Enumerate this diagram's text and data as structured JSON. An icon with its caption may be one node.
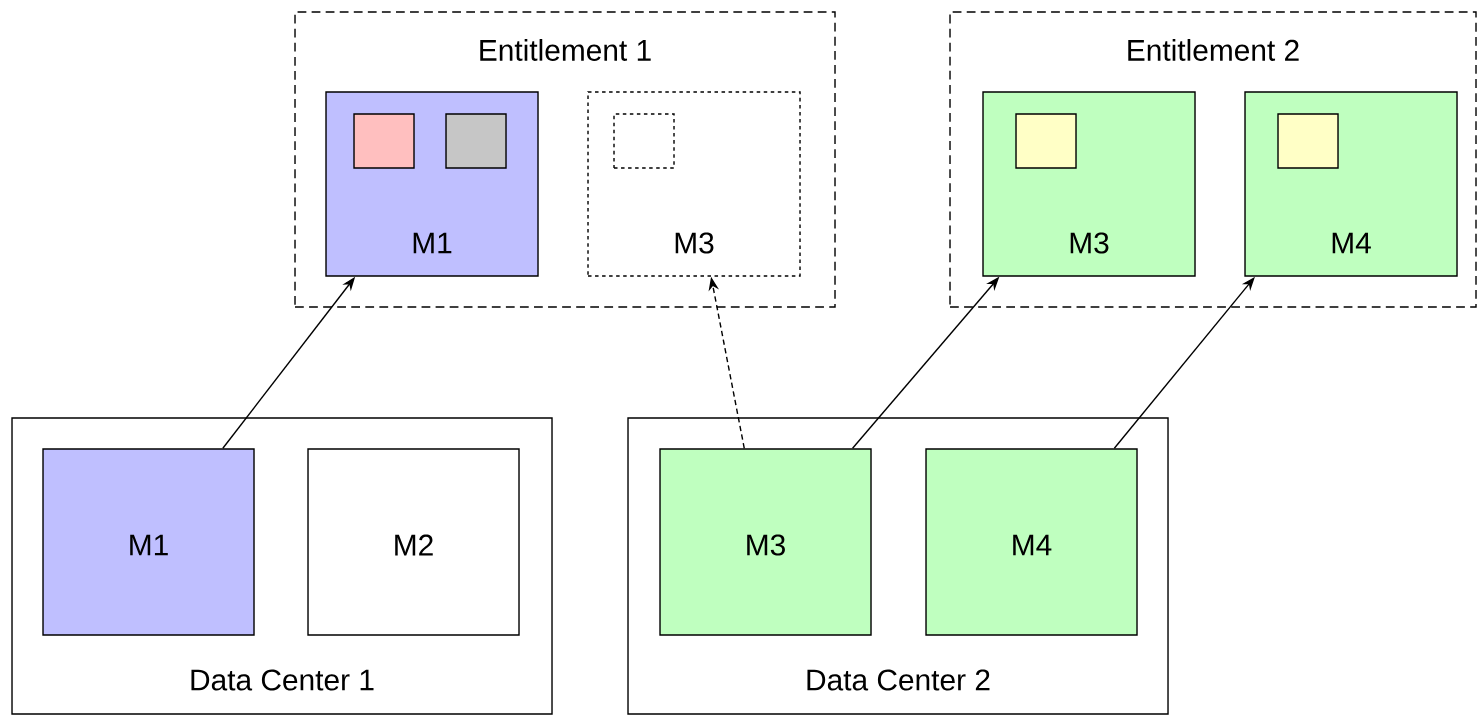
{
  "diagram": {
    "nodes": [
      {
        "text": [
          "Entitlement 1"
        ]
      },
      {
        "text": [
          "M1"
        ],
        "in": 0
      },
      {
        "text": [],
        "shape": "box",
        "in": 1
      },
      {
        "text": [],
        "shape": "box",
        "in": 1
      },
      {
        "text": [
          "M3"
        ],
        "in": 0
      },
      {
        "text": [],
        "shape": "box",
        "in": 4
      },
      {
        "text": [
          "Entitlement 2"
        ]
      },
      {
        "text": [
          "M3"
        ],
        "in": 6
      },
      {
        "text": [],
        "shape": "box",
        "in": 7
      },
      {
        "text": [
          "M4"
        ],
        "in": 6
      },
      {
        "text": [],
        "shape": "box",
        "in": 9
      },
      {
        "text": [
          "Data Center 1"
        ]
      },
      {
        "text": [
          "M1"
        ],
        "in": 11
      },
      {
        "text": [
          "M2"
        ],
        "in": 11
      },
      {
        "text": [
          "Data Center 2"
        ]
      },
      {
        "text": [
          "M3"
        ],
        "in": 14
      },
      {
        "text": [
          "M4"
        ],
        "in": 14
      }
    ],
    "edges": [
      {
        "from": 12,
        "to": 1,
        "arrow": "to"
      },
      {
        "from": 15,
        "to": 4,
        "arrow": "to",
        "style": "dashed"
      },
      {
        "from": 15,
        "to": 7,
        "arrow": "to"
      },
      {
        "from": 16,
        "to": 9,
        "arrow": "to"
      }
    ]
  }
}
